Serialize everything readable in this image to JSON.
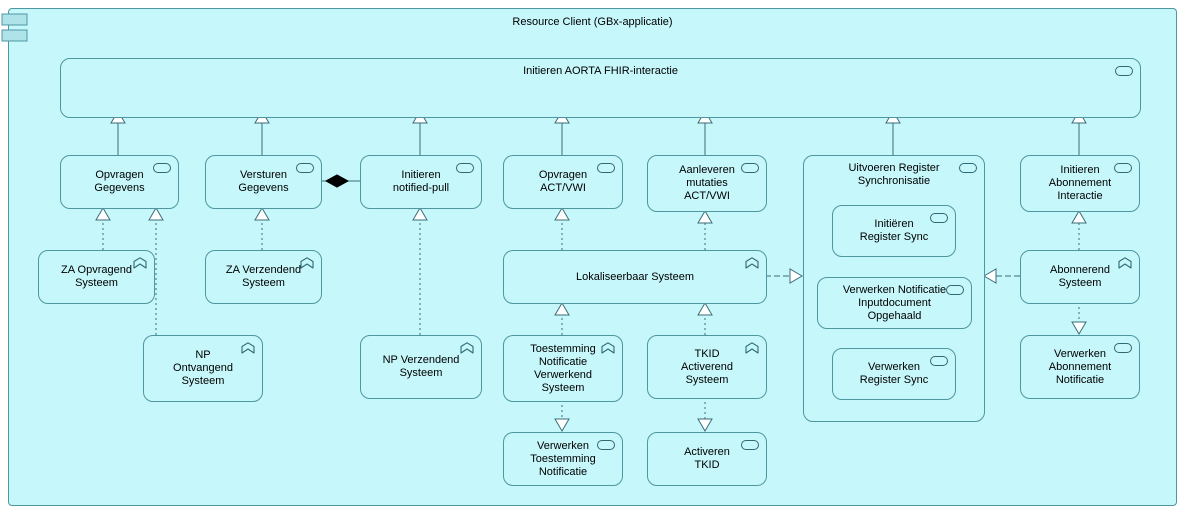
{
  "diagram": {
    "title": "Resource Client (GBx-applicatie)",
    "kind": "archimate-view"
  },
  "colors": {
    "element_fill": "#c6f7fb",
    "element_border": "#4e97a0",
    "relation_line": "#3b6d77",
    "text": "#000000",
    "canvas_background": "#ffffff"
  },
  "icons": {
    "service": "application-service-icon",
    "function": "application-function-icon",
    "component": "application-component-icon"
  },
  "elements": {
    "resource_client": {
      "label": "Resource Client (GBx-applicatie)",
      "type": "application-component"
    },
    "initieren_aorta_fhir_interactie": {
      "label": "Initieren AORTA FHIR-interactie",
      "type": "application-service"
    },
    "opvragen_gegevens": {
      "label": "Opvragen Gegevens",
      "type": "application-service"
    },
    "versturen_gegevens": {
      "label": "Versturen Gegevens",
      "type": "application-service"
    },
    "initieren_notified_pull": {
      "label": "Initieren notified-pull",
      "type": "application-service"
    },
    "opvragen_act_vwi": {
      "label": "Opvragen ACT/VWI",
      "type": "application-service"
    },
    "aanleveren_mutaties_act_vwi": {
      "label": "Aanleveren mutaties ACT/VWI",
      "type": "application-service"
    },
    "uitvoeren_register_synchronisatie": {
      "label": "Uitvoeren Register Synchronisatie",
      "type": "application-service"
    },
    "initieren_register_sync": {
      "label": "Initiëren Register Sync",
      "type": "application-service"
    },
    "verwerken_notificatie_inputdocument_opgehaald": {
      "label": "Verwerken Notificatie Inputdocument Opgehaald",
      "type": "application-service"
    },
    "verwerken_register_sync": {
      "label": "Verwerken Register Sync",
      "type": "application-service"
    },
    "initieren_abonnement_interactie": {
      "label": "Initieren Abonnement Interactie",
      "type": "application-service"
    },
    "za_opvragend_systeem": {
      "label": "ZA Opvragend Systeem",
      "type": "application-function"
    },
    "za_verzendend_systeem": {
      "label": "ZA Verzendend Systeem",
      "type": "application-function"
    },
    "lokaliseerbaar_systeem": {
      "label": "Lokaliseerbaar Systeem",
      "type": "application-function"
    },
    "abonnerend_systeem": {
      "label": "Abonnerend Systeem",
      "type": "application-function"
    },
    "np_ontvangend_systeem": {
      "label": "NP Ontvangend Systeem",
      "type": "application-function"
    },
    "np_verzendend_systeem": {
      "label": "NP Verzendend Systeem",
      "type": "application-function"
    },
    "toestemming_notificatie_verwerkend_systeem": {
      "label": "Toestemming Notificatie Verwerkend Systeem",
      "type": "application-function"
    },
    "tkid_activerend_systeem": {
      "label": "TKID Activerend Systeem",
      "type": "application-function"
    },
    "verwerken_abonnement_notificatie": {
      "label": "Verwerken Abonnement Notificatie",
      "type": "application-service"
    },
    "verwerken_toestemming_notificatie": {
      "label": "Verwerken Toestemming Notificatie",
      "type": "application-service"
    },
    "activeren_tkid": {
      "label": "Activeren TKID",
      "type": "application-service"
    }
  },
  "relations": [
    {
      "from": "opvragen_gegevens",
      "to": "initieren_aorta_fhir_interactie",
      "type": "specialization"
    },
    {
      "from": "versturen_gegevens",
      "to": "initieren_aorta_fhir_interactie",
      "type": "specialization"
    },
    {
      "from": "initieren_notified_pull",
      "to": "initieren_aorta_fhir_interactie",
      "type": "specialization"
    },
    {
      "from": "opvragen_act_vwi",
      "to": "initieren_aorta_fhir_interactie",
      "type": "specialization"
    },
    {
      "from": "aanleveren_mutaties_act_vwi",
      "to": "initieren_aorta_fhir_interactie",
      "type": "specialization"
    },
    {
      "from": "uitvoeren_register_synchronisatie",
      "to": "initieren_aorta_fhir_interactie",
      "type": "specialization"
    },
    {
      "from": "initieren_abonnement_interactie",
      "to": "initieren_aorta_fhir_interactie",
      "type": "specialization"
    },
    {
      "from": "versturen_gegevens",
      "to": "initieren_notified_pull",
      "type": "composition"
    },
    {
      "from": "za_opvragend_systeem",
      "to": "opvragen_gegevens",
      "type": "realization"
    },
    {
      "from": "np_ontvangend_systeem",
      "to": "opvragen_gegevens",
      "type": "realization"
    },
    {
      "from": "za_verzendend_systeem",
      "to": "versturen_gegevens",
      "type": "realization"
    },
    {
      "from": "np_verzendend_systeem",
      "to": "initieren_notified_pull",
      "type": "realization"
    },
    {
      "from": "lokaliseerbaar_systeem",
      "to": "opvragen_act_vwi",
      "type": "realization"
    },
    {
      "from": "lokaliseerbaar_systeem",
      "to": "aanleveren_mutaties_act_vwi",
      "type": "realization"
    },
    {
      "from": "toestemming_notificatie_verwerkend_systeem",
      "to": "lokaliseerbaar_systeem",
      "type": "realization"
    },
    {
      "from": "tkid_activerend_systeem",
      "to": "lokaliseerbaar_systeem",
      "type": "realization"
    },
    {
      "from": "abonnerend_systeem",
      "to": "initieren_abonnement_interactie",
      "type": "realization"
    },
    {
      "from": "lokaliseerbaar_systeem",
      "to": "uitvoeren_register_synchronisatie",
      "type": "realization-dashed"
    },
    {
      "from": "abonnerend_systeem",
      "to": "uitvoeren_register_synchronisatie",
      "type": "realization-dashed"
    },
    {
      "from": "toestemming_notificatie_verwerkend_systeem",
      "to": "verwerken_toestemming_notificatie",
      "type": "realization"
    },
    {
      "from": "tkid_activerend_systeem",
      "to": "activeren_tkid",
      "type": "realization"
    },
    {
      "from": "abonnerend_systeem",
      "to": "verwerken_abonnement_notificatie",
      "type": "realization"
    }
  ]
}
